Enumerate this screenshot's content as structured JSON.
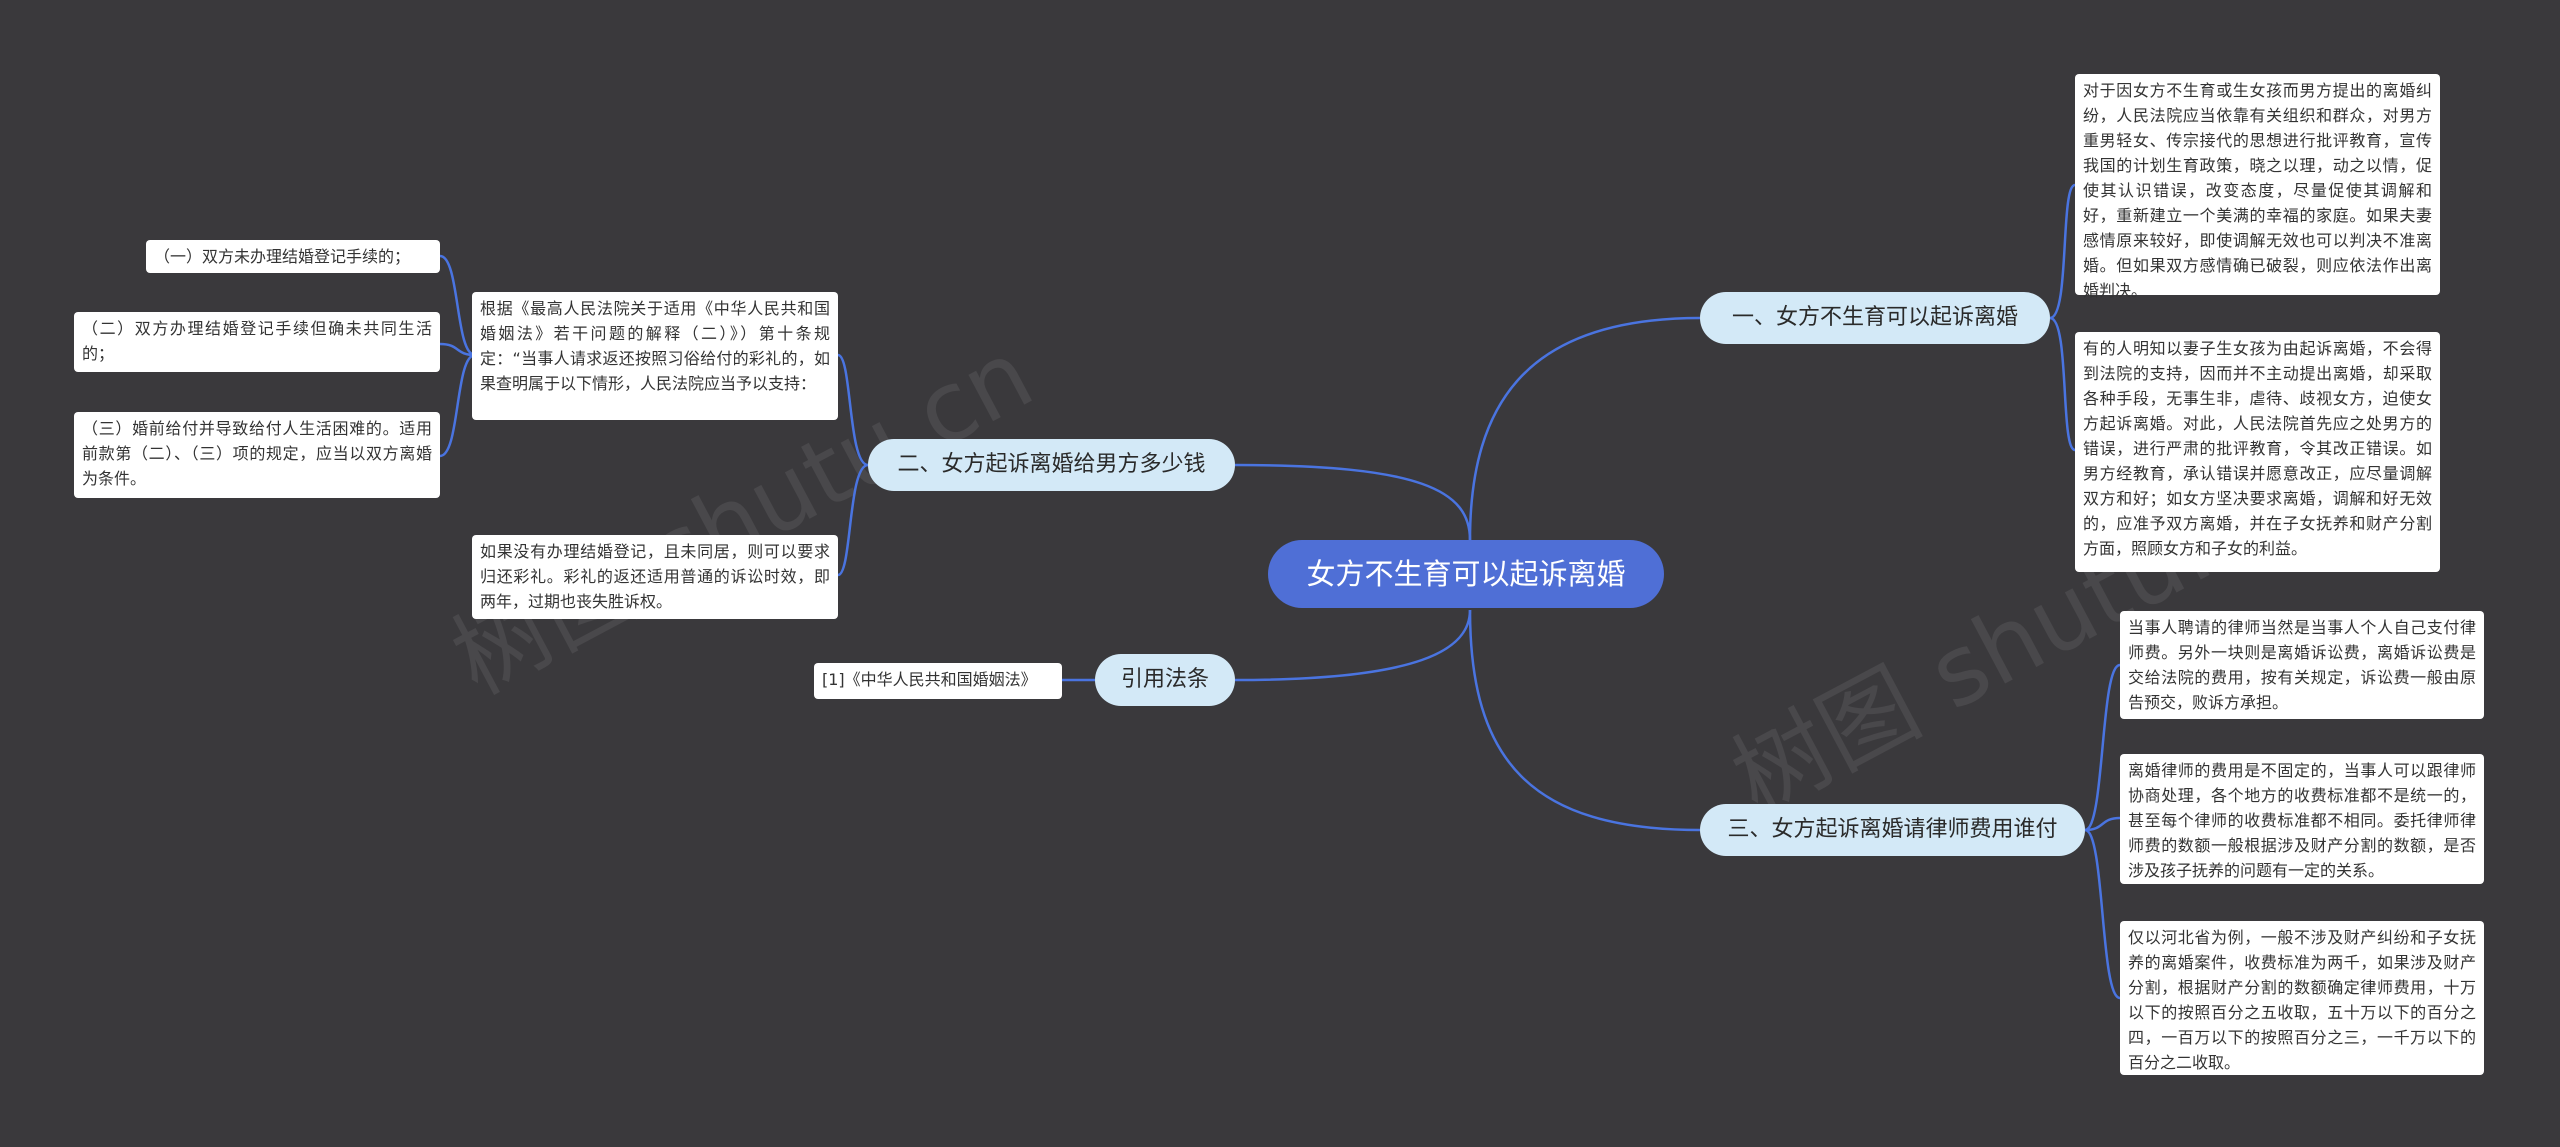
{
  "root": {
    "label": "女方不生育可以起诉离婚"
  },
  "branches": [
    {
      "label": "一、女方不生育可以起诉离婚"
    },
    {
      "label": "二、女方起诉离婚给男方多少钱"
    },
    {
      "label": "三、女方起诉离婚请律师费用谁付"
    },
    {
      "label": "引用法条"
    }
  ],
  "leaves": {
    "b1_1": "对于因女方不生育或生女孩而男方提出的离婚纠纷，人民法院应当依靠有关组织和群众，对男方重男轻女、传宗接代的思想进行批评教育，宣传我国的计划生育政策，晓之以理，动之以情，促使其认识错误，改变态度，尽量促使其调解和好，重新建立一个美满的幸福的家庭。如果夫妻感情原来较好，即使调解无效也可以判决不准离婚。但如果双方感情确已破裂，则应依法作出离婚判决。",
    "b1_2": "有的人明知以妻子生女孩为由起诉离婚，不会得到法院的支持，因而并不主动提出离婚，却采取各种手段，无事生非，虐待、歧视女方，迫使女方起诉离婚。对此，人民法院首先应之处男方的错误，进行严肃的批评教育，令其改正错误。如男方经教育，承认错误并愿意改正，应尽量调解双方和好；如女方坚决要求离婚，调解和好无效的，应准予双方离婚，并在子女抚养和财产分割方面，照顾女方和子女的利益。",
    "b2_1": "根据《最高人民法院关于适用《中华人民共和国婚姻法》若干问题的解释（二）》）第十条规定：“当事人请求返还按照习俗给付的彩礼的，如果查明属于以下情形，人民法院应当予以支持：",
    "b2_1a": "（一）双方未办理结婚登记手续的；",
    "b2_1b": "（二）双方办理结婚登记手续但确未共同生活的；",
    "b2_1c": "（三）婚前给付并导致给付人生活困难的。适用前款第（二）、（三）项的规定，应当以双方离婚为条件。",
    "b2_2": "如果没有办理结婚登记，且未同居，则可以要求归还彩礼。彩礼的返还适用普通的诉讼时效，即两年，过期也丧失胜诉权。",
    "b3_1": "当事人聘请的律师当然是当事人个人自己支付律师费。另外一块则是离婚诉讼费，离婚诉讼费是交给法院的费用，按有关规定，诉讼费一般由原告预交，败诉方承担。",
    "b3_2": "离婚律师的费用是不固定的，当事人可以跟律师协商处理，各个地方的收费标准都不是统一的，甚至每个律师的收费标准都不相同。委托律师律师费的数额一般根据涉及财产分割的数额，是否涉及孩子抚养的问题有一定的关系。",
    "b3_3": "仅以河北省为例，一般不涉及财产纠纷和子女抚养的离婚案件，收费标准为两千，如果涉及财产分割，根据财产分割的数额确定律师费用，十万以下的按照百分之五收取，五十万以下的百分之四，一百万以下的按照百分之三，一千万以下的百分之二收取。",
    "b4_1": "[1]《中华人民共和国婚姻法》"
  },
  "colors": {
    "background": "#3a393c",
    "root": "#4f6fd6",
    "branch": "#d3e9f7",
    "link": "#4a74e0",
    "leaf": "#ffffff"
  }
}
